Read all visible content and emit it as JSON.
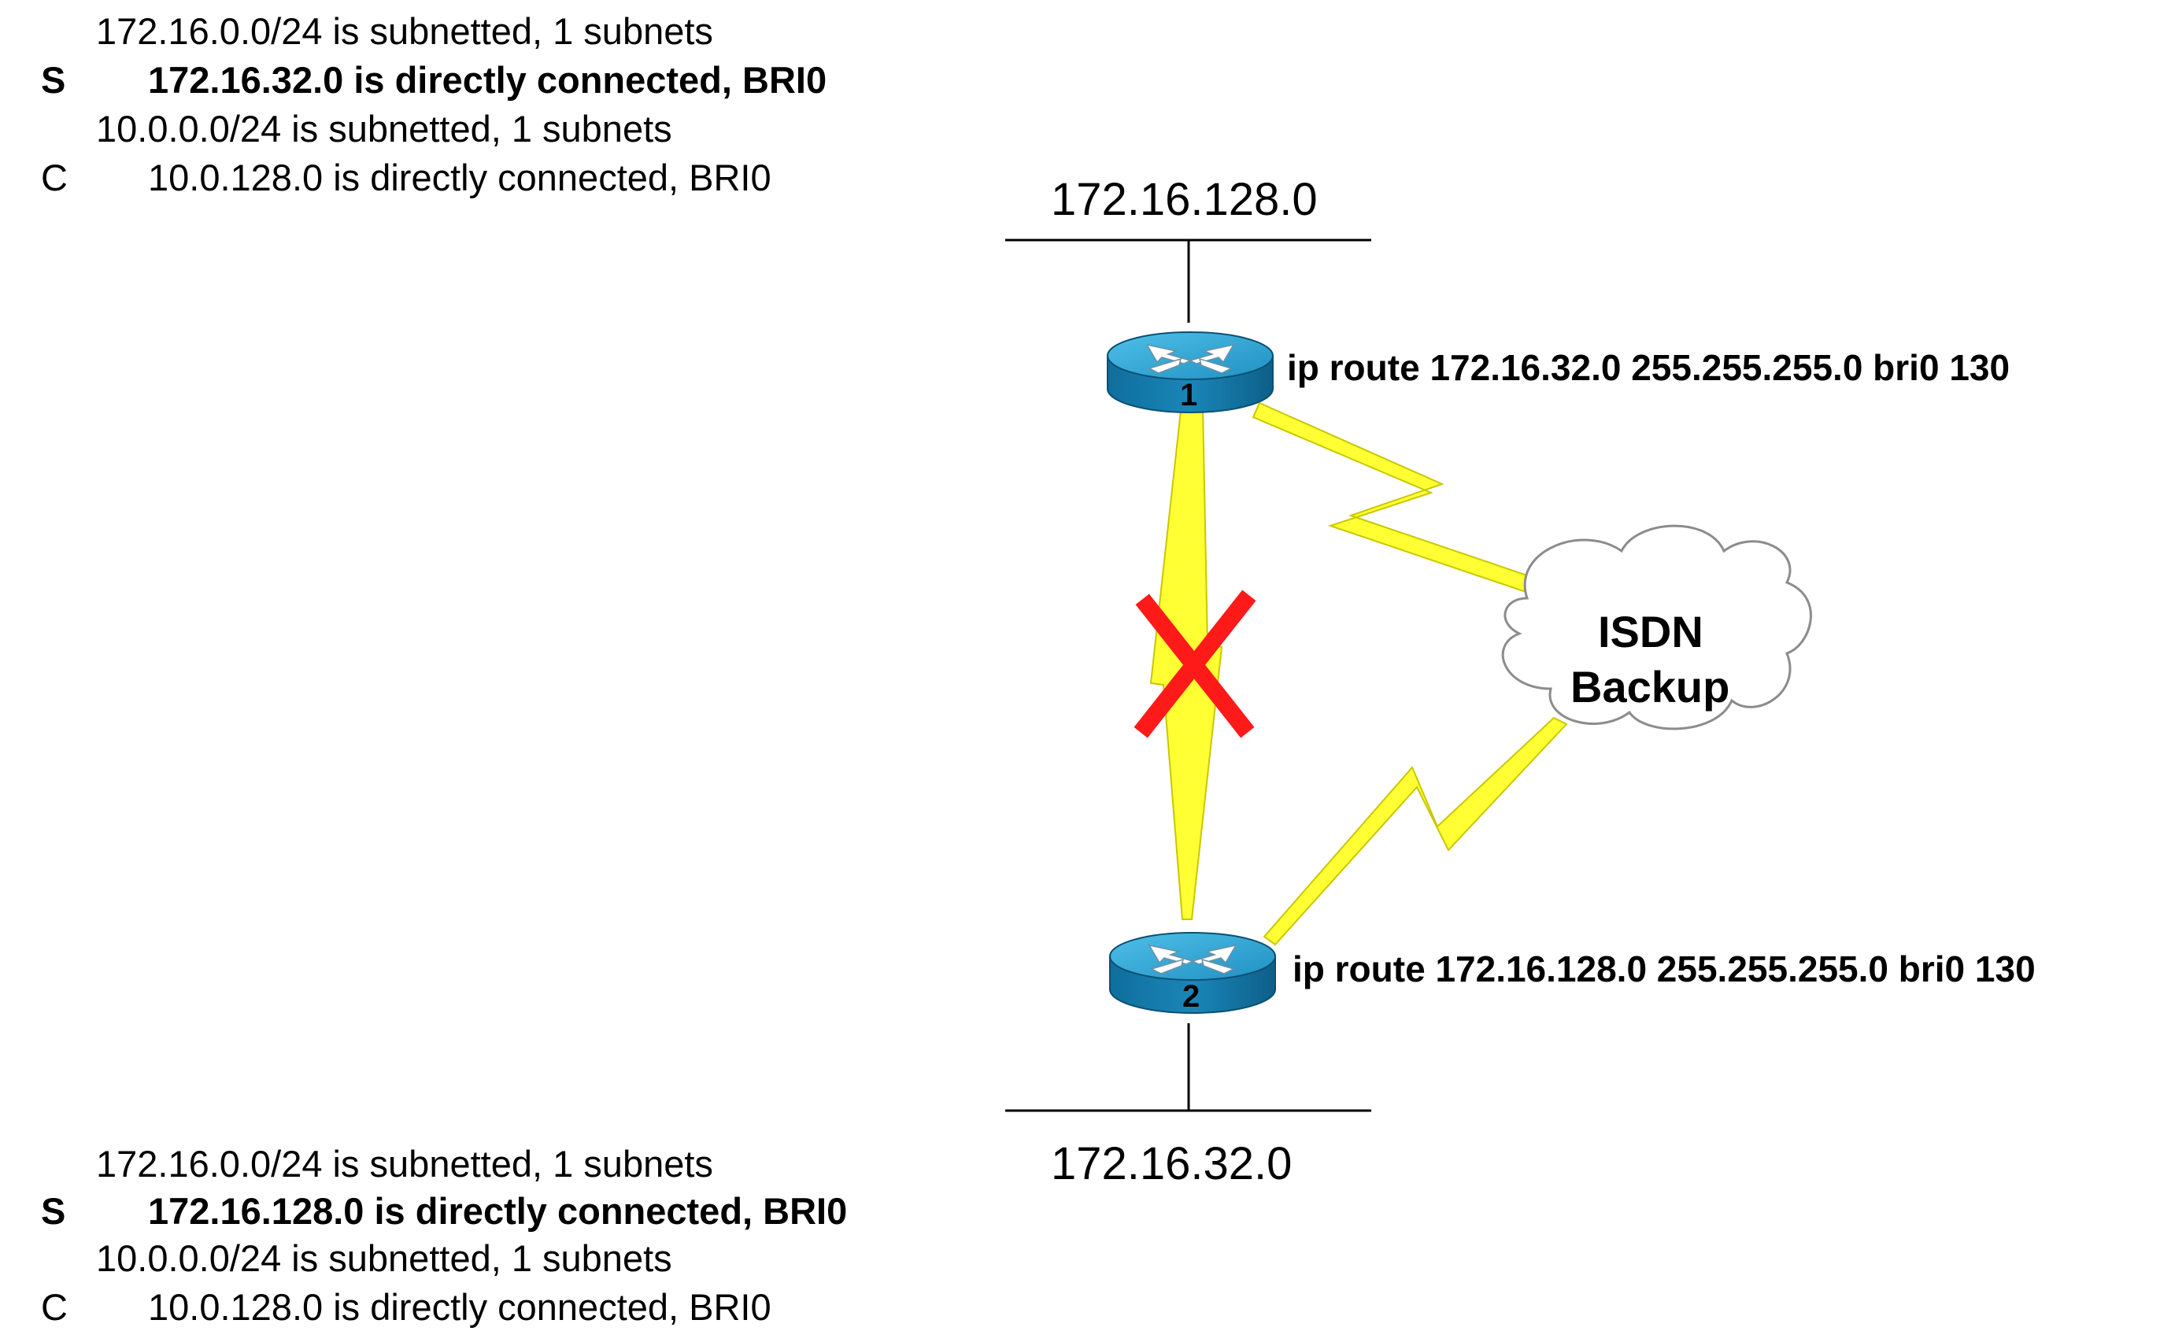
{
  "routing_tables": {
    "router1": [
      {
        "kind": "sub",
        "text": "172.16.0.0/24 is subnetted, 1 subnets"
      },
      {
        "kind": "entry",
        "code": "S",
        "text": "172.16.32.0 is directly connected, BRI0",
        "bold": true
      },
      {
        "kind": "sub",
        "text": "10.0.0.0/24 is subnetted, 1 subnets"
      },
      {
        "kind": "entry",
        "code": "C",
        "text": "10.0.128.0 is directly connected, BRI0",
        "bold": false
      }
    ],
    "router2": [
      {
        "kind": "sub",
        "text": "172.16.0.0/24 is subnetted, 1 subnets"
      },
      {
        "kind": "entry",
        "code": "S",
        "text": "172.16.128.0 is directly connected, BRI0",
        "bold": true
      },
      {
        "kind": "sub",
        "text": "10.0.0.0/24 is subnetted, 1 subnets"
      },
      {
        "kind": "entry",
        "code": "C",
        "text": "10.0.128.0 is directly connected, BRI0",
        "bold": false
      }
    ]
  },
  "networks": {
    "top": "172.16.128.0",
    "bottom": "172.16.32.0"
  },
  "routers": {
    "r1": {
      "label": "1",
      "command": "ip route 172.16.32.0 255.255.255.0 bri0 130"
    },
    "r2": {
      "label": "2",
      "command": "ip route 172.16.128.0 255.255.255.0 bri0 130"
    }
  },
  "cloud": {
    "line1": "ISDN",
    "line2": "Backup"
  },
  "colors": {
    "router_top": "#2aa0cf",
    "router_side": "#1478a8",
    "link": "#ffff33",
    "link_outline": "#b8b800",
    "failure_mark": "#ff0000",
    "cloud_outline": "#8c8c8c"
  }
}
